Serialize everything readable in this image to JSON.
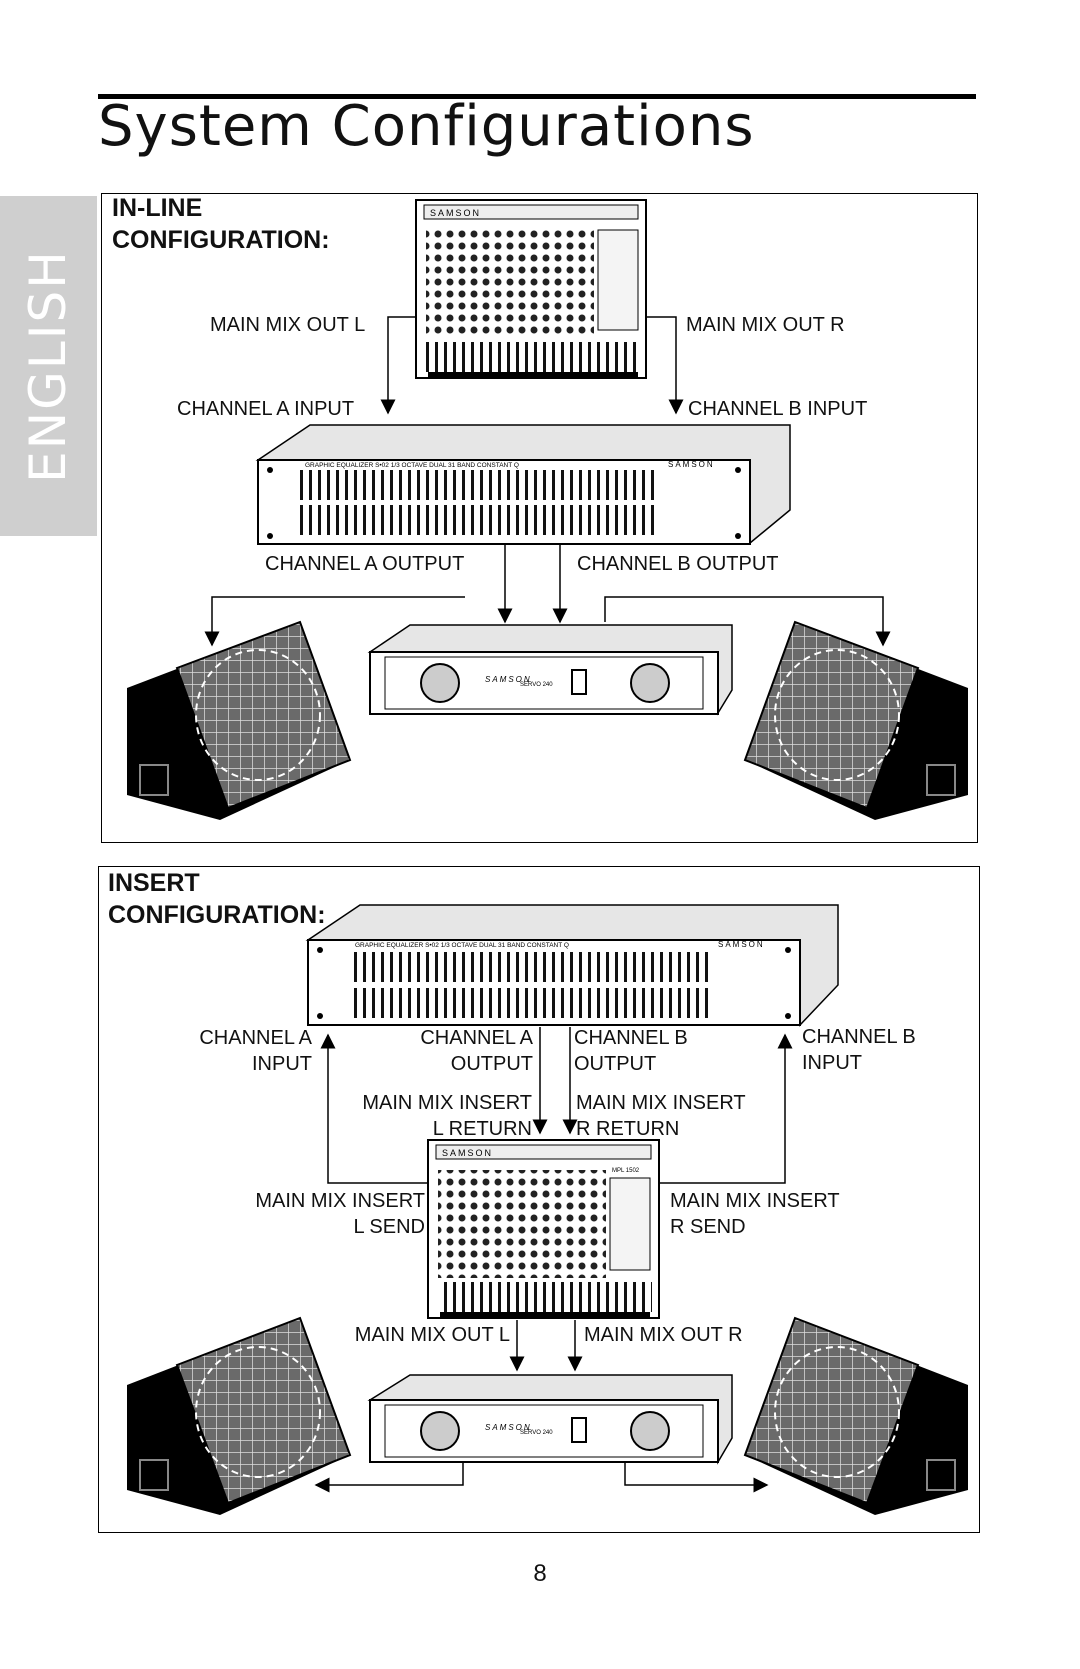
{
  "page": {
    "title": "System Configurations",
    "language_tab": "ENGLISH",
    "page_number": "8"
  },
  "inline": {
    "heading_line1": "IN-LINE",
    "heading_line2": "CONFIGURATION:",
    "labels": {
      "main_mix_out_l": "MAIN MIX OUT L",
      "main_mix_out_r": "MAIN MIX OUT R",
      "channel_a_input": "CHANNEL A INPUT",
      "channel_b_input": "CHANNEL B INPUT",
      "channel_a_output": "CHANNEL A OUTPUT",
      "channel_b_output": "CHANNEL B OUTPUT"
    }
  },
  "insert": {
    "heading_line1": "INSERT",
    "heading_line2": "CONFIGURATION:",
    "labels": {
      "channel_a_input_1": "CHANNEL A",
      "channel_a_input_2": "INPUT",
      "channel_a_output_1": "CHANNEL A",
      "channel_a_output_2": "OUTPUT",
      "channel_b_output_1": "CHANNEL B",
      "channel_b_output_2": "OUTPUT",
      "channel_b_input_1": "CHANNEL B",
      "channel_b_input_2": "INPUT",
      "insert_l_return_1": "MAIN MIX INSERT",
      "insert_l_return_2": "L RETURN",
      "insert_r_return_1": "MAIN MIX INSERT",
      "insert_r_return_2": "R RETURN",
      "insert_l_send_1": "MAIN MIX INSERT",
      "insert_l_send_2": "L SEND",
      "insert_r_send_1": "MAIN MIX INSERT",
      "insert_r_send_2": "R SEND",
      "main_mix_out_l": "MAIN MIX OUT L",
      "main_mix_out_r": "MAIN MIX OUT R"
    }
  },
  "devices": {
    "brand": "SAMSON",
    "eq_panel_text": "GRAPHIC EQUALIZER  S•02 1/3 OCTAVE DUAL 31 BAND CONSTANT Q",
    "mixer_model": "MPL 1502",
    "amp_model": "SERVO 240"
  },
  "colors": {
    "ink": "#000000",
    "tab_gray": "#cfcfcf",
    "panel_gray": "#e6e6e6",
    "speaker_grille": "#6a6a6a"
  }
}
